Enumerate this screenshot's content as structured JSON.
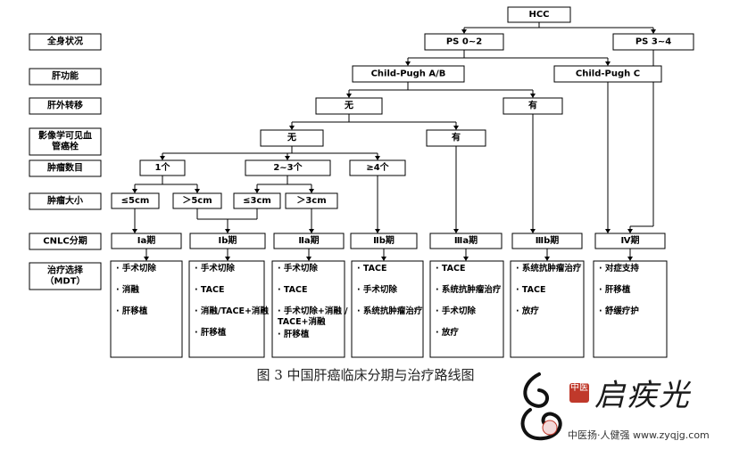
{
  "row_labels": [
    "全身状况",
    "肝功能",
    "肝外转移",
    "影像学可见血管癌栓",
    "肿瘤数目",
    "肿瘤大小",
    "CNLC分期",
    "治疗选择（MDT）"
  ],
  "nodes": {
    "hcc": "HCC",
    "ps02": "PS 0~2",
    "ps34": "PS 3~4",
    "cpab": "Child-Pugh A/B",
    "cpc": "Child-Pugh C",
    "ehm_no": "无",
    "ehm_yes": "有",
    "pvtt_no": "无",
    "pvtt_yes": "有",
    "n1": "1个",
    "n23": "2~3个",
    "n4": "≥4个",
    "s_le5": "≤5cm",
    "s_gt5": "＞5cm",
    "s_le3": "≤3cm",
    "s_gt3": "＞3cm"
  },
  "stages": [
    "Ⅰa期",
    "Ⅰb期",
    "Ⅱa期",
    "Ⅱb期",
    "Ⅲa期",
    "Ⅲb期",
    "Ⅳ期"
  ],
  "treatments": [
    [
      "手术切除",
      "消融",
      "肝移植"
    ],
    [
      "手术切除",
      "TACE",
      "消融/TACE+消融",
      "肝移植"
    ],
    [
      "手术切除",
      "TACE",
      "手术切除+消融 /",
      "TACE+消融",
      "肝移植"
    ],
    [
      "TACE",
      "手术切除",
      "系统抗肿瘤治疗"
    ],
    [
      "TACE",
      "系统抗肿瘤治疗",
      "手术切除",
      "放疗"
    ],
    [
      "系统抗肿瘤治疗",
      "TACE",
      "放疗"
    ],
    [
      "对症支持",
      "肝移植",
      "舒缓疗护"
    ]
  ],
  "caption": "图 3 中国肝癌临床分期与治疗路线图",
  "watermark": {
    "title": "启疾光",
    "seal": "中医",
    "subtitle": "中医扬·人健强  www.zyqjg.com"
  }
}
